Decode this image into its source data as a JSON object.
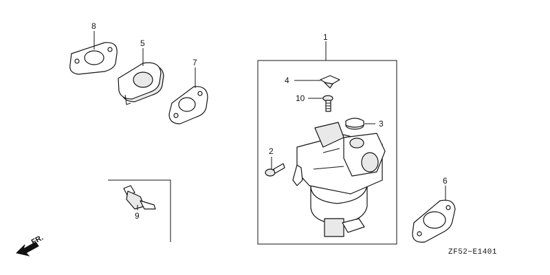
{
  "diagram": {
    "callouts": [
      {
        "id": "c1",
        "label": "1"
      },
      {
        "id": "c2",
        "label": "2"
      },
      {
        "id": "c3",
        "label": "3"
      },
      {
        "id": "c4",
        "label": "4"
      },
      {
        "id": "c5",
        "label": "5"
      },
      {
        "id": "c6",
        "label": "6"
      },
      {
        "id": "c7",
        "label": "7"
      },
      {
        "id": "c8",
        "label": "8"
      },
      {
        "id": "c9",
        "label": "9"
      },
      {
        "id": "c10",
        "label": "10"
      }
    ],
    "direction_label": "FR.",
    "figure_code": "ZF52−E1401"
  }
}
